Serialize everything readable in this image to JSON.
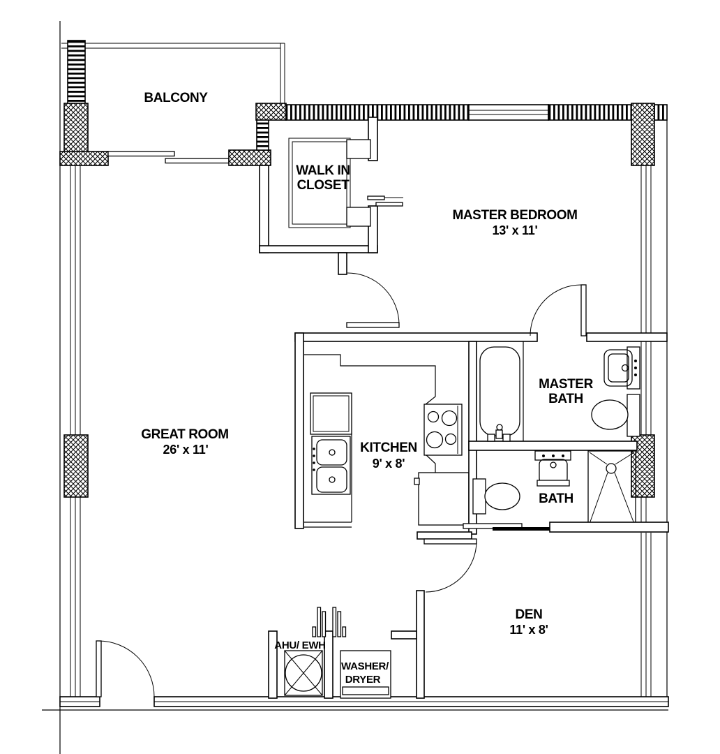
{
  "document": {
    "type": "apartment floor plan",
    "colors": {
      "line": "#000000",
      "background": "#ffffff"
    }
  },
  "rooms": {
    "balcony": {
      "name": "BALCONY"
    },
    "walk_in_closet": {
      "name_line1": "WALK IN",
      "name_line2": "CLOSET"
    },
    "master_bedroom": {
      "name": "MASTER BEDROOM",
      "dimensions": "13' x 11'"
    },
    "great_room": {
      "name": "GREAT ROOM",
      "dimensions": "26' x 11'"
    },
    "kitchen": {
      "name": "KITCHEN",
      "dimensions": "9' x 8'"
    },
    "master_bath": {
      "name_line1": "MASTER",
      "name_line2": "BATH"
    },
    "bath": {
      "name": "BATH"
    },
    "den": {
      "name": "DEN",
      "dimensions": "11' x 8'"
    }
  },
  "equipment": {
    "ahu_ewh": {
      "label": "AHU/ EWH"
    },
    "washer_dryer": {
      "label_line1": "WASHER/",
      "label_line2": "DRYER"
    }
  },
  "fixtures": {
    "list": [
      "bathtub",
      "vanity-sink",
      "toilet",
      "pedestal-sink",
      "shower",
      "kitchen-double-sink",
      "refrigerator",
      "range",
      "oven",
      "washer-dryer-unit",
      "ahu-unit",
      "plumbing-risers",
      "entry-door",
      "bedroom-door",
      "master-bath-door",
      "den-door",
      "pocket-door",
      "balcony-sliding-door",
      "closet-shelves"
    ]
  }
}
